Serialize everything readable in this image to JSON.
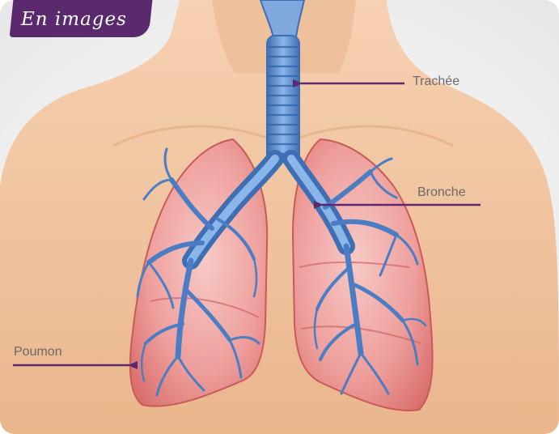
{
  "header": {
    "badge": "En images"
  },
  "labels": {
    "trachea": "Trachée",
    "bronchus": "Bronche",
    "lung": "Poumon"
  },
  "colors": {
    "badge": "#5b2a6e",
    "pointer": "#5b2a6e",
    "skin": "#f2c39e",
    "lung": "#ea8a8a",
    "airway": "#5b8fd2"
  },
  "icons": [
    "arrow-pointer"
  ]
}
